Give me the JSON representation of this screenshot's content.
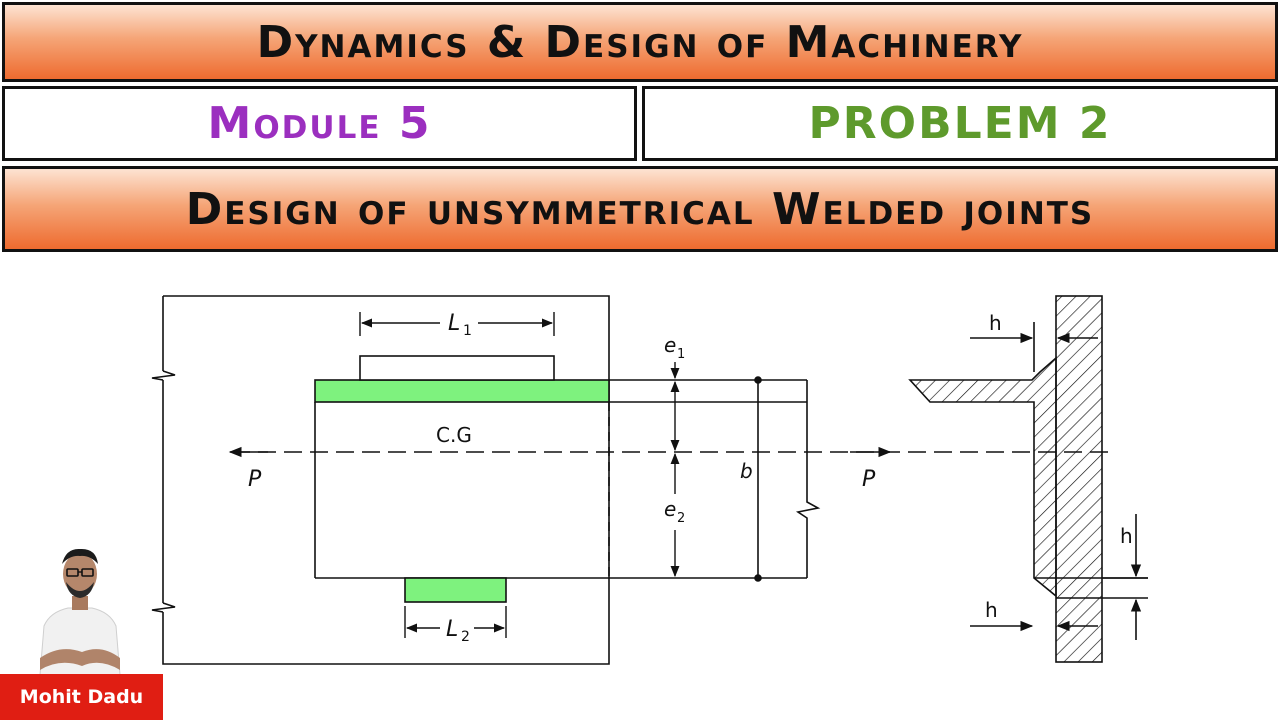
{
  "header": {
    "course_title": "Dynamics & Design of Machinery",
    "module_label": "Module 5",
    "problem_label": "PROBLEM 2",
    "topic_title": "Design of unsymmetrical Welded joints"
  },
  "diagram": {
    "labels": {
      "l1": "L",
      "l1_sub": "1",
      "l2": "L",
      "l2_sub": "2",
      "e1": "e",
      "e1_sub": "1",
      "e2": "e",
      "e2_sub": "2",
      "cg": "C.G",
      "p_left": "P",
      "p_right": "P",
      "b": "b",
      "h_top": "h",
      "h_right": "h",
      "h_bottom": "h"
    },
    "colors": {
      "weld": "#7ef27e",
      "outline": "#111111"
    }
  },
  "presenter": {
    "name": "Mohit Dadu",
    "badge_color": "#e01e13"
  }
}
